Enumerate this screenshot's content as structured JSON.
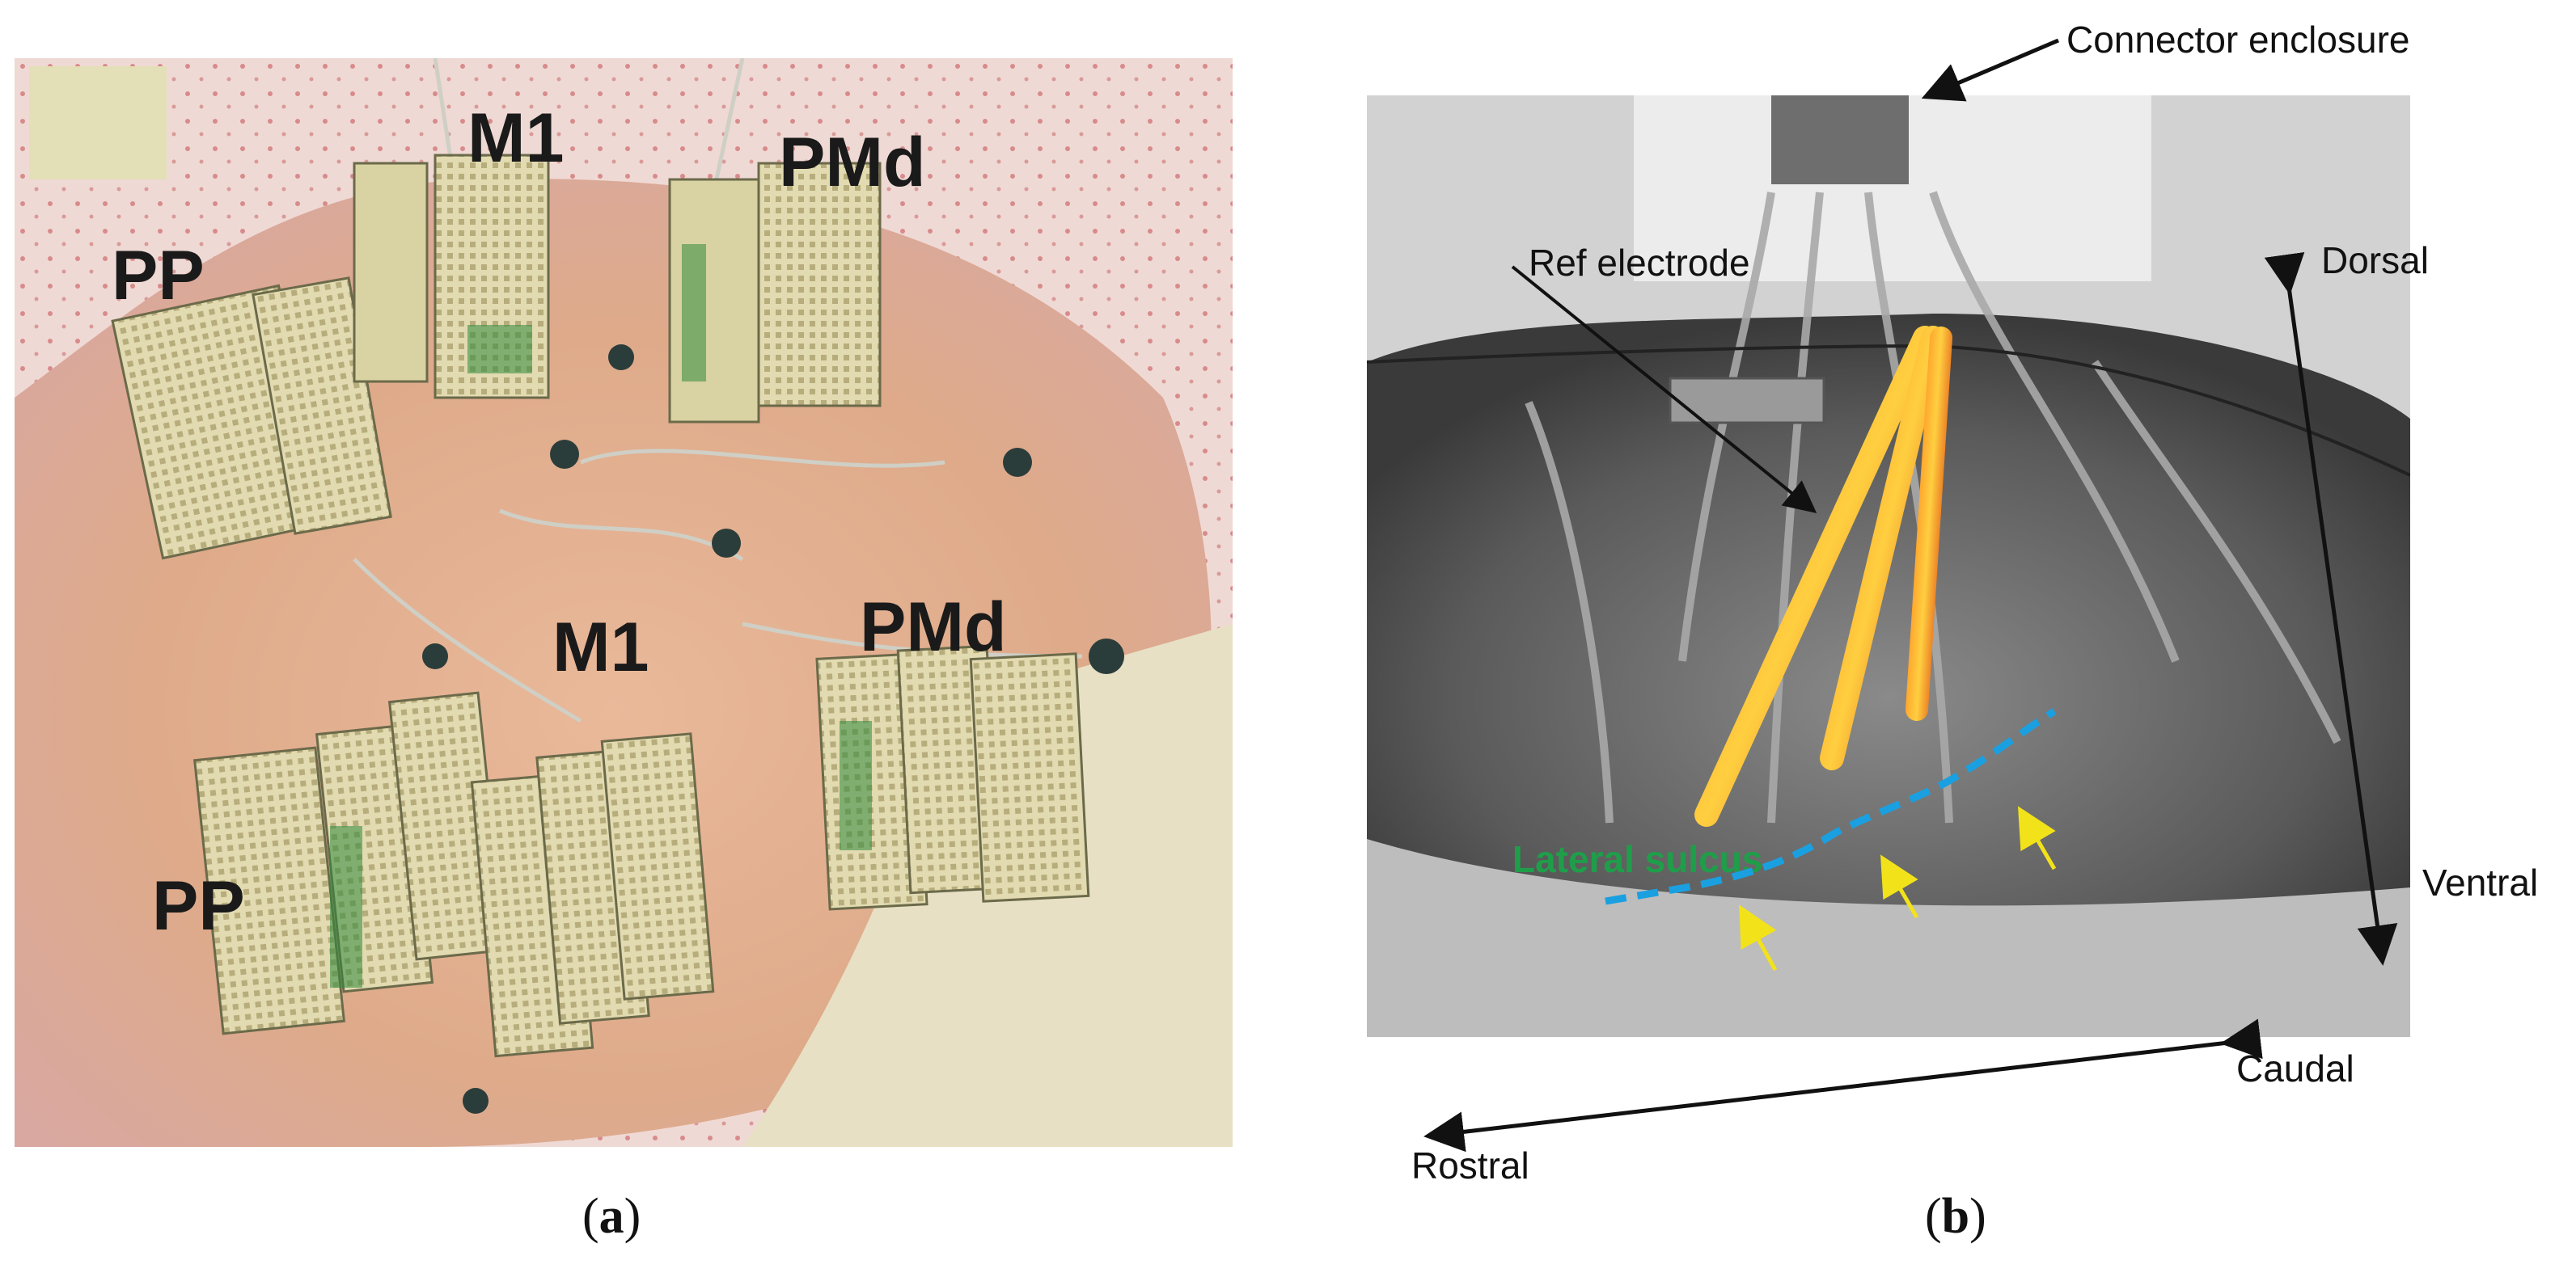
{
  "panel_a": {
    "labels": {
      "pp_top": "PP",
      "m1_top": "M1",
      "pmd_top": "PMd",
      "m1_bottom": "M1",
      "pmd_bottom": "PMd",
      "pp_bottom": "PP"
    },
    "caption": "a"
  },
  "panel_b": {
    "labels": {
      "connector": "Connector enclosure",
      "ref": "Ref electrode",
      "dorsal": "Dorsal",
      "ventral": "Ventral",
      "caudal": "Caudal",
      "rostral": "Rostral",
      "sulcus": "Lateral sulcus"
    },
    "caption": "b"
  },
  "colors": {
    "sulcus_line": "#1aa0e0",
    "sulcus_text": "#1f9e4a",
    "pointer_arrows": "#f2e21a",
    "strip": "#f04a12"
  }
}
